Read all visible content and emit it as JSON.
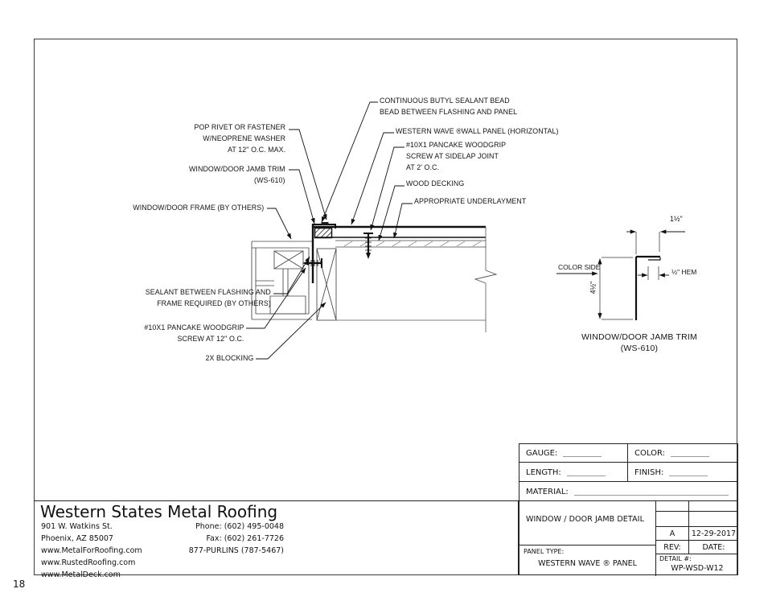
{
  "page": {
    "number": "18"
  },
  "annotations": {
    "pop_rivet": [
      "POP RIVET OR FASTENER",
      "W/NEOPRENE WASHER",
      "AT 12\" O.C. MAX."
    ],
    "jamb_trim": [
      "WINDOW/DOOR JAMB TRIM",
      "(WS-610)"
    ],
    "frame": [
      "WINDOW/DOOR FRAME (BY OTHERS)"
    ],
    "sealant": [
      "SEALANT BETWEEN FLASHING AND",
      "FRAME REQUIRED (BY OTHERS)"
    ],
    "woodgrip_12": [
      "#10X1 PANCAKE WOODGRIP",
      "SCREW AT 12\" O.C."
    ],
    "blocking": [
      "2X BLOCKING"
    ],
    "butyl": [
      "CONTINUOUS BUTYL SEALANT BEAD",
      "BEAD BETWEEN FLASHING AND PANEL"
    ],
    "panel": [
      "WESTERN WAVE ®WALL PANEL (HORIZONTAL)"
    ],
    "sidelap": [
      "#10X1 PANCAKE WOODGRIP",
      "SCREW AT SIDELAP JOINT",
      "AT 2' O.C."
    ],
    "decking": [
      "WOOD DECKING"
    ],
    "underlayment": [
      "APPROPRIATE UNDERLAYMENT"
    ]
  },
  "profile": {
    "color_side": "COLOR SIDE",
    "dim_top": "1½\"",
    "dim_hem": "½\" HEM",
    "dim_face": "4½\"",
    "caption": [
      "WINDOW/DOOR JAMB TRIM",
      "(WS-610)"
    ]
  },
  "title_block": {
    "gauge_label": "GAUGE:",
    "color_label": "COLOR:",
    "length_label": "LENGTH:",
    "finish_label": "FINISH:",
    "material_label": "MATERIAL:",
    "drawing_title": "WINDOW / DOOR JAMB DETAIL",
    "panel_type_label": "PANEL TYPE:",
    "panel_type_value": "WESTERN WAVE ® PANEL",
    "rev_value": "A",
    "date_value": "12-29-2017",
    "rev_label": "REV:",
    "date_label": "DATE:",
    "detail_label": "DETAIL #:",
    "detail_value": "WP-WSD-W12"
  },
  "company": {
    "name": "Western States Metal Roofing",
    "address1": "901 W. Watkins St.",
    "address2": "Phoenix, AZ 85007",
    "web1": "www.MetalForRoofing.com",
    "web2": "www.RustedRoofing.com",
    "web3": "www.MetalDeck.com",
    "phone": "Phone: (602) 495-0048",
    "fax": "Fax: (602) 261-7726",
    "tollfree": "877-PURLINS (787-5467)"
  }
}
